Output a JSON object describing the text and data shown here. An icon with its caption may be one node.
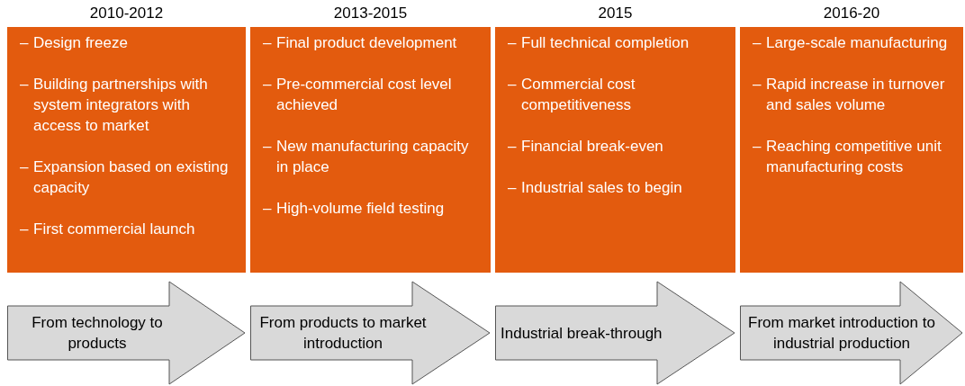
{
  "diagram": {
    "nodes": [
      {
        "text": [
          "2010-2012",
          "– Design freeze",
          "– Building partnerships with system integrators with access to market",
          "– Expansion based on existing capacity",
          "– First commercial launch"
        ]
      },
      {
        "text": [
          "2013-2015",
          "– Final product development",
          "– Pre-commercial cost level achieved",
          "– New manufacturing capacity in place",
          "– High-volume field testing"
        ]
      },
      {
        "text": [
          "2015",
          "– Full technical completion",
          "– Commercial cost competitiveness",
          "– Financial break-even",
          "– Industrial sales to begin"
        ]
      },
      {
        "text": [
          "2016-20",
          "– Large-scale manufacturing",
          "– Rapid increase in turnover and sales volume",
          "– Reaching competitive unit manufacturing costs"
        ]
      },
      {
        "text": [
          "From technology to products"
        ]
      },
      {
        "text": [
          "From products to market introduction"
        ]
      },
      {
        "text": [
          "Industrial break-through"
        ]
      },
      {
        "text": [
          "From market introduction to industrial production"
        ]
      }
    ]
  }
}
